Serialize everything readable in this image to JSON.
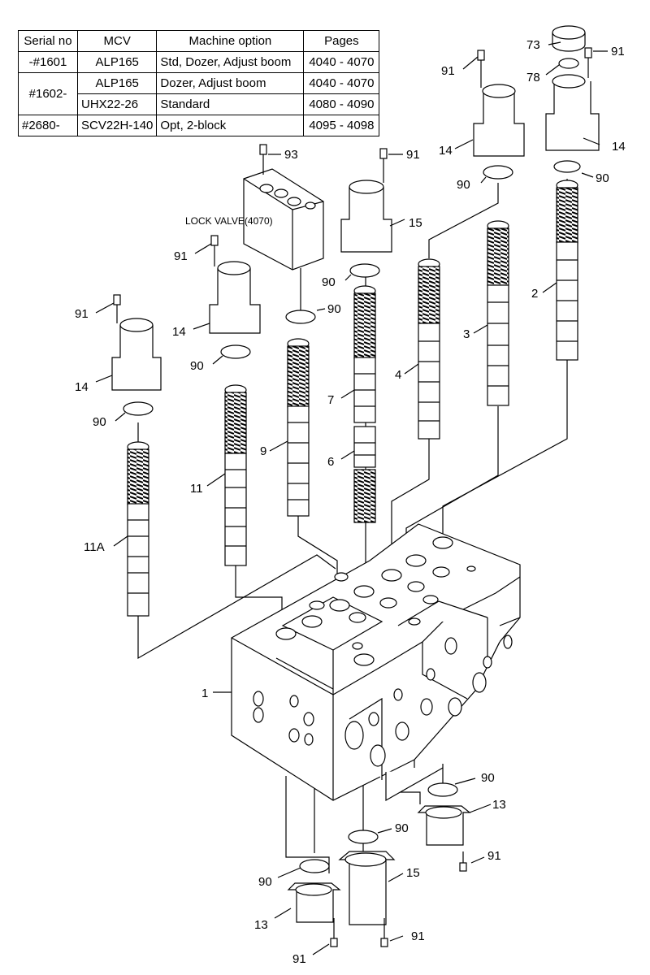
{
  "table": {
    "headers": [
      "Serial no",
      "MCV",
      "Machine option",
      "Pages"
    ],
    "rows": [
      {
        "serial": "-#1601",
        "mcv": "ALP165",
        "option": "Std, Dozer, Adjust boom",
        "pages": "4040 - 4070"
      },
      {
        "serial": "#1602-",
        "mcv": "ALP165",
        "option": "Dozer, Adjust boom",
        "pages": "4040 - 4070"
      },
      {
        "serial": "",
        "mcv": "UHX22-26",
        "option": "Standard",
        "pages": "4080 - 4090"
      },
      {
        "serial": "#2680-",
        "mcv": "SCV22H-140",
        "option": "Opt, 2-block",
        "pages": "4095 - 4098"
      }
    ]
  },
  "lock_valve_label": "LOCK VALVE(4070)",
  "part_labels": {
    "p1": "1",
    "p2": "2",
    "p3": "3",
    "p4": "4",
    "p6": "6",
    "p7": "7",
    "p9": "9",
    "p11": "11",
    "p11a": "11A",
    "p13": "13",
    "p14": "14",
    "p15": "15",
    "p73": "73",
    "p78": "78",
    "p90": "90",
    "p91": "91",
    "p93": "93"
  }
}
